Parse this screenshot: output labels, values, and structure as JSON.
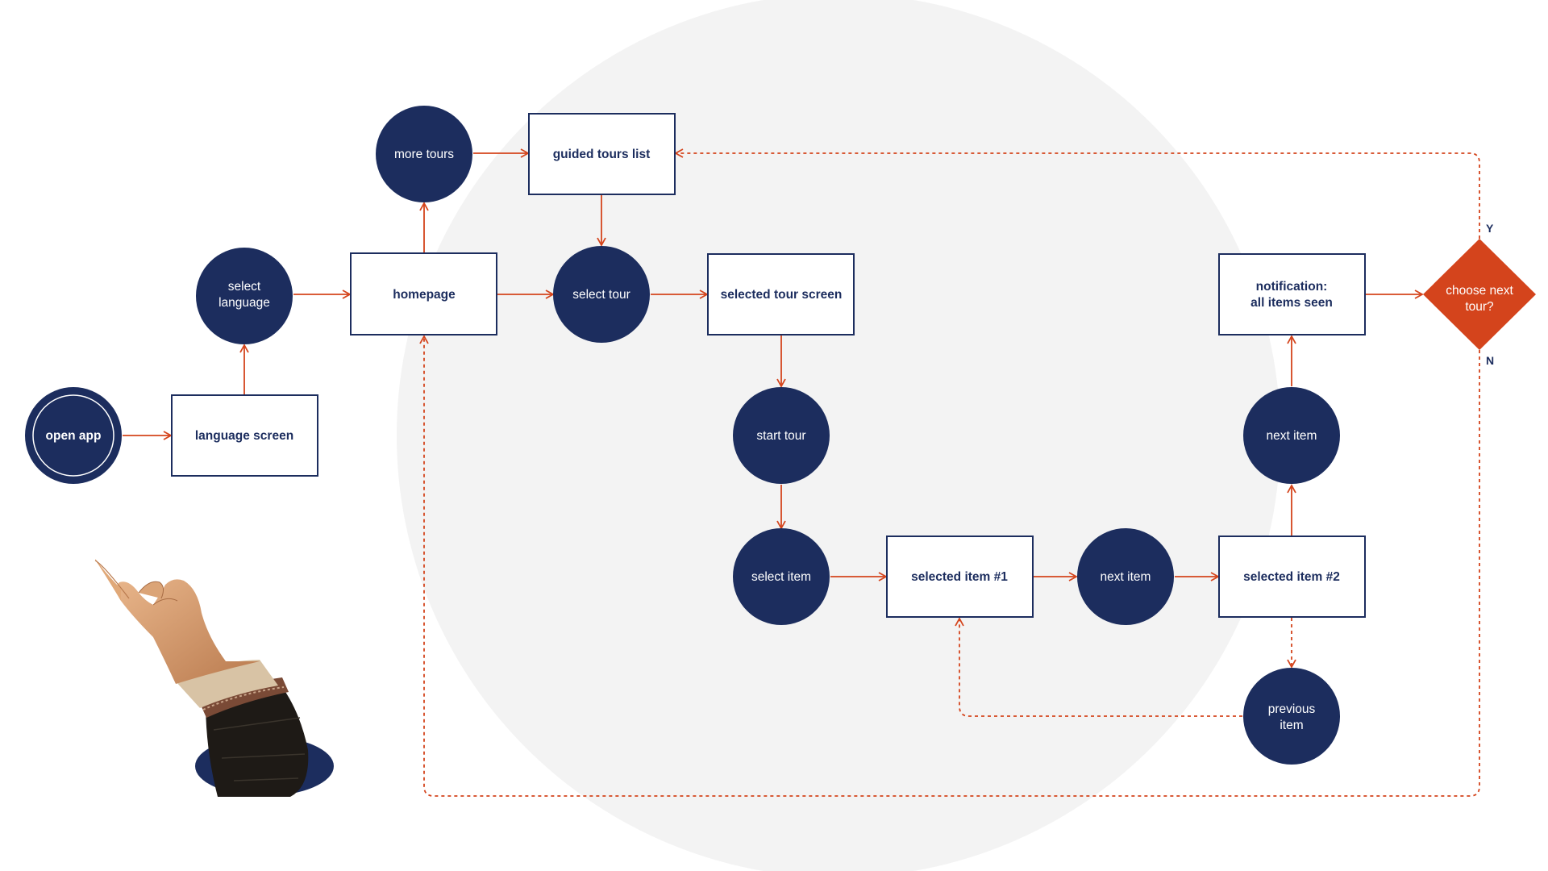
{
  "colors": {
    "navy": "#1c2d5e",
    "accent": "#d4441c",
    "background_circle": "#f3f3f3",
    "white": "#ffffff"
  },
  "nodes": {
    "open_app": "open app",
    "language_screen": "language screen",
    "select_language": [
      "select",
      "language"
    ],
    "homepage": "homepage",
    "more_tours": "more tours",
    "guided_tours_list": "guided tours list",
    "select_tour": "select tour",
    "selected_tour_screen": "selected tour screen",
    "start_tour": "start tour",
    "select_item": "select item",
    "selected_item_1": "selected item #1",
    "next_item_1": "next item",
    "selected_item_2": "selected item #2",
    "previous_item": [
      "previous",
      "item"
    ],
    "next_item_2": "next item",
    "notification": [
      "notification:",
      "all items seen"
    ],
    "choose_next_tour": [
      "choose next",
      "tour?"
    ]
  },
  "decision_labels": {
    "yes": "Y",
    "no": "N"
  },
  "illustration": {
    "name": "pointing-hand-illustration"
  }
}
